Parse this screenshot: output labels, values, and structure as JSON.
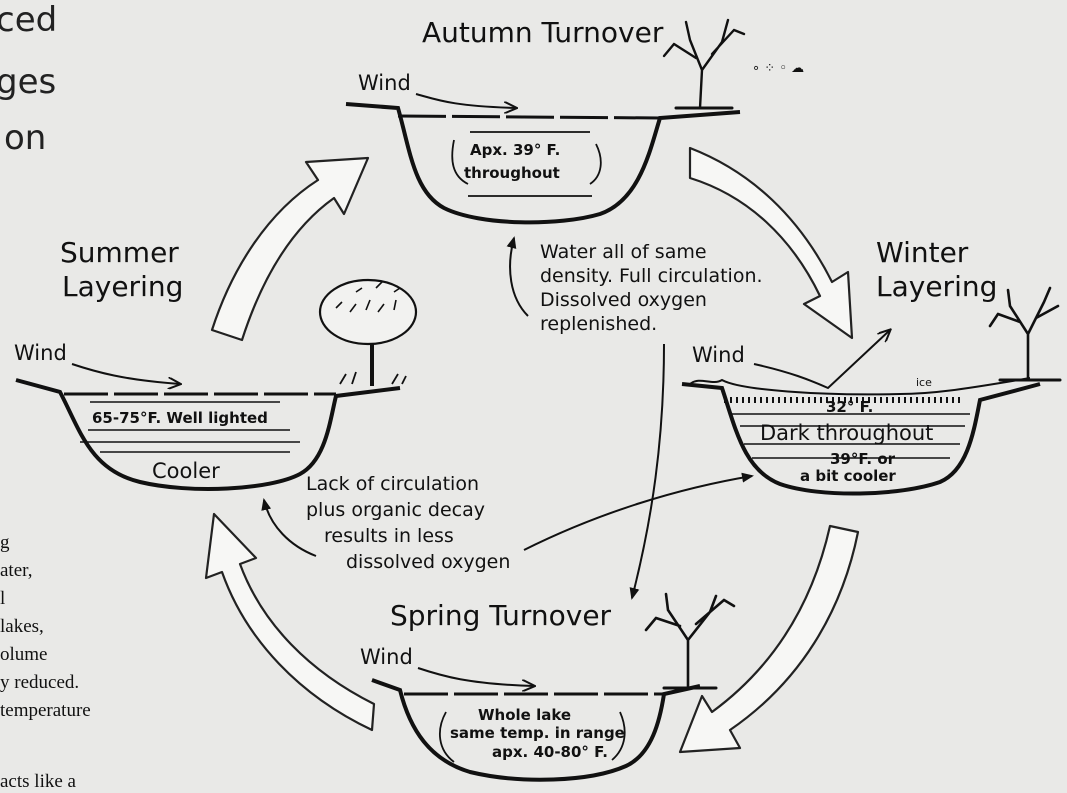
{
  "left_fragment": {
    "script_lines": [
      "ced",
      "ges",
      "on"
    ],
    "text_lines": [
      "g",
      "ater,",
      "l",
      " lakes,",
      "olume",
      "y reduced.",
      " temperature",
      "acts like a"
    ]
  },
  "autumn": {
    "title": "Autumn Turnover",
    "wind": "Wind",
    "temp_line1": "Apx. 39° F.",
    "temp_line2": "throughout"
  },
  "summer": {
    "title_line1": "Summer",
    "title_line2": "Layering",
    "wind": "Wind",
    "temp": "65-75°F. Well lighted",
    "lower": "Cooler"
  },
  "winter": {
    "title_line1": "Winter",
    "title_line2": "Layering",
    "wind": "Wind",
    "ice": "ice",
    "temp_top": "32° F.",
    "dark": "Dark throughout",
    "temp_bottom1": "39°F. or",
    "temp_bottom2": "a bit cooler"
  },
  "spring": {
    "title": "Spring Turnover",
    "wind": "Wind",
    "line1": "Whole lake",
    "line2": "same temp. in range",
    "line3": "apx. 40-80° F."
  },
  "notes": {
    "circulation": [
      "Water all of same",
      "density. Full circulation.",
      "Dissolved oxygen",
      "replenished."
    ],
    "decay": [
      "Lack of circulation",
      "plus organic decay",
      "results in less",
      "dissolved oxygen"
    ]
  }
}
